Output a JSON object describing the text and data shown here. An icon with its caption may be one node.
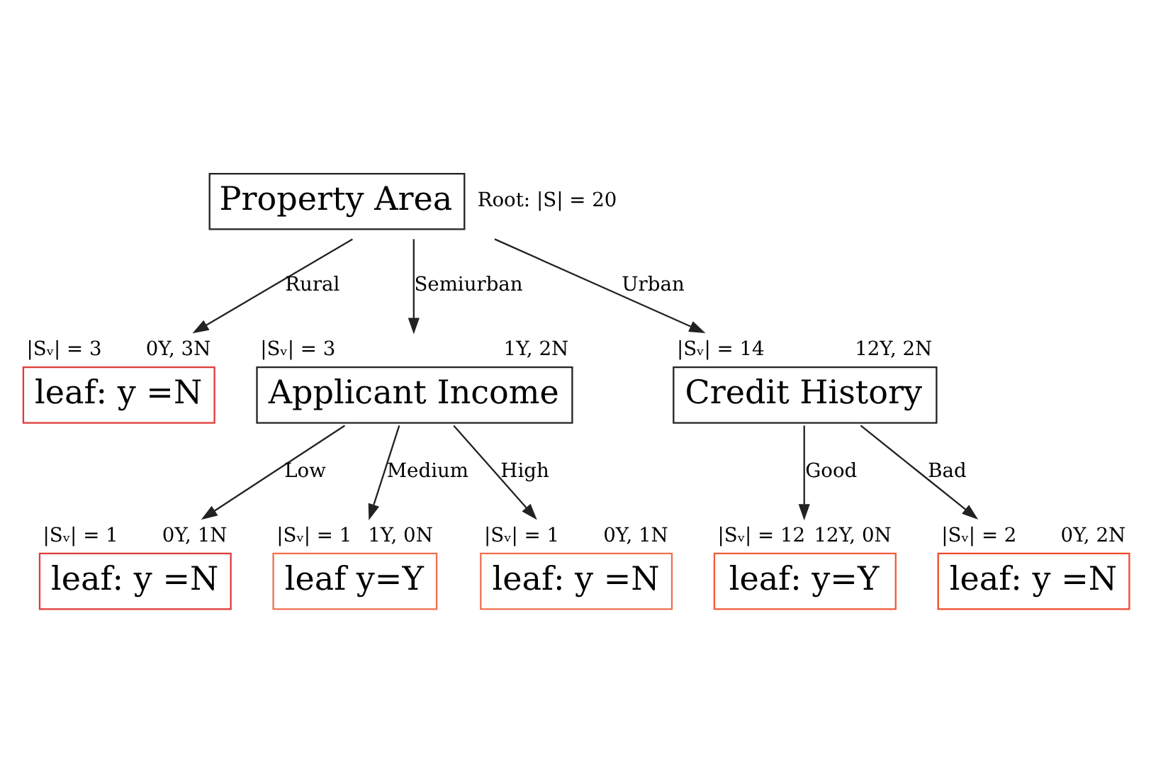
{
  "diagram": {
    "nodes": [
      {
        "text": [
          "Property Area"
        ],
        "beside": [
          "Root: |S| = 20"
        ]
      },
      {
        "text": [
          "leaf: y =N"
        ],
        "beside": [
          "|Sᵥ| = 3",
          "0Y, 3N"
        ]
      },
      {
        "text": [
          "Applicant Income"
        ],
        "beside": [
          "|Sᵥ| = 3",
          "1Y, 2N"
        ]
      },
      {
        "text": [
          "Credit History"
        ],
        "beside": [
          "|Sᵥ| = 14",
          "12Y, 2N"
        ]
      },
      {
        "text": [
          "leaf: y =N"
        ],
        "beside": [
          "|Sᵥ| = 1",
          "0Y, 1N"
        ]
      },
      {
        "text": [
          "leaf y=Y"
        ],
        "beside": [
          "|Sᵥ| = 1",
          "1Y, 0N"
        ]
      },
      {
        "text": [
          "leaf: y =N"
        ],
        "beside": [
          "|Sᵥ| = 1",
          "0Y, 1N"
        ]
      },
      {
        "text": [
          "leaf: y=Y"
        ],
        "beside": [
          "|Sᵥ| = 12",
          "12Y, 0N"
        ]
      },
      {
        "text": [
          "leaf: y =N"
        ],
        "beside": [
          "|Sᵥ| = 2",
          "0Y, 2N"
        ]
      }
    ],
    "edges": [
      {
        "from": 0,
        "to": 1,
        "arrow": "to",
        "label": "Rural"
      },
      {
        "from": 0,
        "to": 2,
        "arrow": "to",
        "label": "Semiurban"
      },
      {
        "from": 0,
        "to": 3,
        "arrow": "to",
        "label": "Urban"
      },
      {
        "from": 2,
        "to": 4,
        "arrow": "to",
        "label": "Low"
      },
      {
        "from": 2,
        "to": 5,
        "arrow": "to",
        "label": "Medium"
      },
      {
        "from": 2,
        "to": 6,
        "arrow": "to",
        "label": "High"
      },
      {
        "from": 3,
        "to": 7,
        "arrow": "to",
        "label": "Good"
      },
      {
        "from": 3,
        "to": 8,
        "arrow": "to",
        "label": "Bad"
      }
    ]
  }
}
